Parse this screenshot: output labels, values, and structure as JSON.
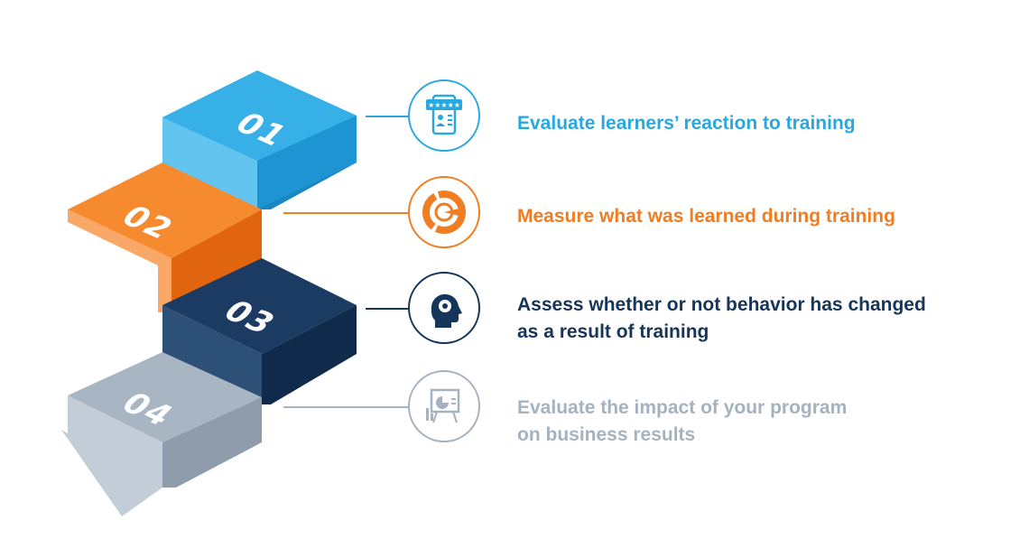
{
  "steps": [
    {
      "number": "01",
      "label": "Evaluate learners’ reaction to training",
      "color": "#29a8e0",
      "icon": "rating-device-icon"
    },
    {
      "number": "02",
      "label": "Measure what was learned during training",
      "color": "#f07d22",
      "icon": "gauge-icon"
    },
    {
      "number": "03",
      "label": "Assess whether or not behavior has changed\nas a result of training",
      "color": "#16355a",
      "icon": "head-mind-icon"
    },
    {
      "number": "04",
      "label": "Evaluate the impact of your program\non business results",
      "color": "#a5b2c0",
      "icon": "presentation-chart-icon"
    }
  ]
}
